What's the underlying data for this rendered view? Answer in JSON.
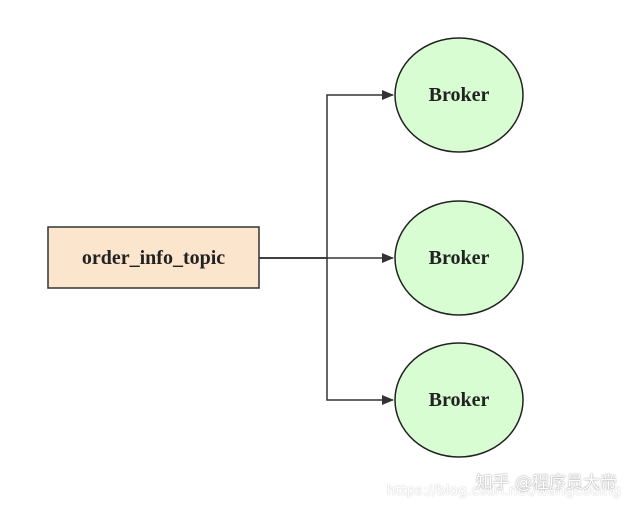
{
  "diagram": {
    "topic": {
      "label": "order_info_topic"
    },
    "brokers": [
      {
        "label": "Broker"
      },
      {
        "label": "Broker"
      },
      {
        "label": "Broker"
      }
    ]
  },
  "colors": {
    "topic_fill": "#fce5cd",
    "topic_stroke": "#333333",
    "broker_fill": "#d9fdd3",
    "broker_stroke": "#222222",
    "connector": "#333333"
  },
  "watermark": {
    "main": "知乎 @程序员大帝",
    "url": "https://blog.csdn.net/wangcoding"
  }
}
